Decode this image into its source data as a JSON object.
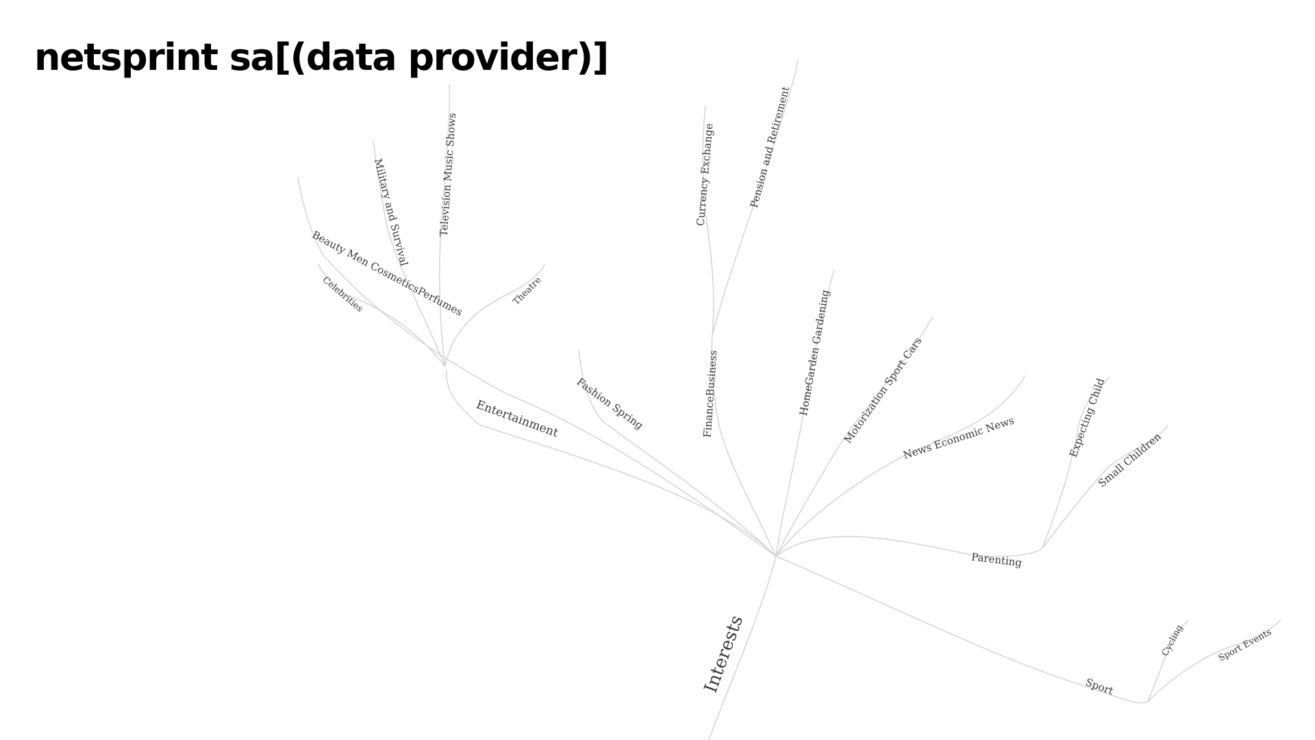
{
  "page": {
    "title": "netsprint sa[(data provider)]"
  },
  "tree": {
    "root": "Interests",
    "nodes": [
      {
        "id": "interests",
        "label": "Interests",
        "parent": null
      },
      {
        "id": "entertainment",
        "label": "Entertainment",
        "parent": "interests"
      },
      {
        "id": "fashion",
        "label": "Fashion Spring",
        "parent": "interests"
      },
      {
        "id": "finance",
        "label": "FinanceBusiness",
        "parent": "interests"
      },
      {
        "id": "homegarden",
        "label": "HomeGarden Gardening",
        "parent": "interests"
      },
      {
        "id": "motorization",
        "label": "Motorization Sport Cars",
        "parent": "interests"
      },
      {
        "id": "news",
        "label": "News Economic News",
        "parent": "interests"
      },
      {
        "id": "parenting",
        "label": "Parenting",
        "parent": "interests"
      },
      {
        "id": "sport",
        "label": "Sport",
        "parent": "interests"
      },
      {
        "id": "beauty",
        "label": "Beauty Men CosmeticsPerfumes",
        "parent": "interests"
      },
      {
        "id": "celebrities",
        "label": "Celebrities",
        "parent": "entertainment"
      },
      {
        "id": "military",
        "label": "Military and Survival",
        "parent": "entertainment"
      },
      {
        "id": "tvmusic",
        "label": "Television Music Shows",
        "parent": "entertainment"
      },
      {
        "id": "theatre",
        "label": "Theatre",
        "parent": "entertainment"
      },
      {
        "id": "currency",
        "label": "Currency Exchange",
        "parent": "finance"
      },
      {
        "id": "pension",
        "label": "Pension and Retirement",
        "parent": "finance"
      },
      {
        "id": "expecting",
        "label": "Expecting Child",
        "parent": "parenting"
      },
      {
        "id": "smallchildren",
        "label": "Small Children",
        "parent": "parenting"
      },
      {
        "id": "cycling",
        "label": "Cycling",
        "parent": "sport"
      },
      {
        "id": "sportevents",
        "label": "Sport Events",
        "parent": "sport"
      }
    ]
  }
}
